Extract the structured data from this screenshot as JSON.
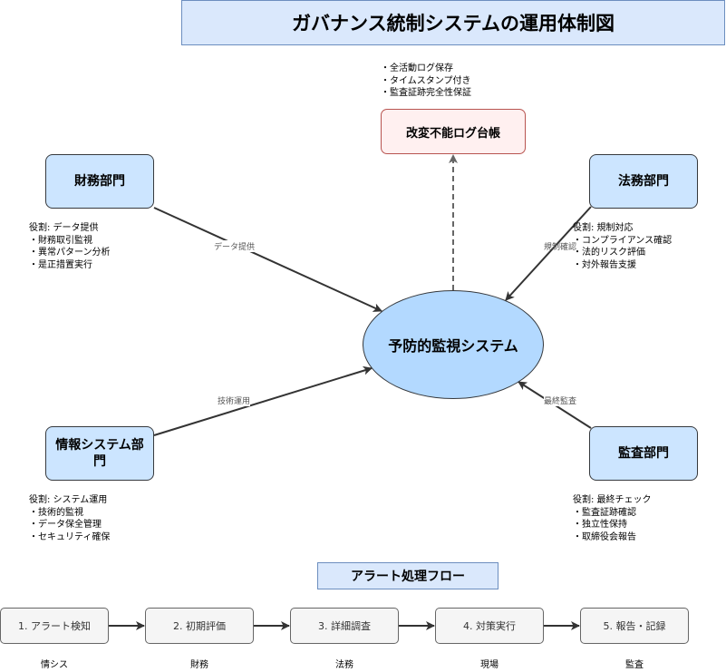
{
  "title": "ガバナンス統制システムの運用体制図",
  "center": "予防的監視システム",
  "log_ledger": {
    "label": "改変不能ログ台帳",
    "notes": [
      "・全活動ログ保存",
      "・タイムスタンプ付き",
      "・監査証跡完全性保証"
    ]
  },
  "departments": {
    "finance": {
      "label": "財務部門",
      "role": "役割: データ提供",
      "items": [
        "・財務取引監視",
        "・異常パターン分析",
        "・是正措置実行"
      ],
      "edge_label": "データ提供"
    },
    "legal": {
      "label": "法務部門",
      "role": "役割: 規制対応",
      "items": [
        "・コンプライアンス確認",
        "・法的リスク評価",
        "・対外報告支援"
      ],
      "edge_label": "規制確認"
    },
    "it": {
      "label": "情報システム部門",
      "role": "役割: システム運用",
      "items": [
        "・技術的監視",
        "・データ保全管理",
        "・セキュリティ確保"
      ],
      "edge_label": "技術運用"
    },
    "audit": {
      "label": "監査部門",
      "role": "役割: 最終チェック",
      "items": [
        "・監査証跡確認",
        "・独立性保持",
        "・取締役会報告"
      ],
      "edge_label": "最終監査"
    }
  },
  "alert_flow": {
    "title": "アラート処理フロー",
    "steps": [
      {
        "label": "1. アラート検知",
        "owner": "情シス"
      },
      {
        "label": "2. 初期評価",
        "owner": "財務"
      },
      {
        "label": "3. 詳細調査",
        "owner": "法務"
      },
      {
        "label": "4. 対策実行",
        "owner": "現場"
      },
      {
        "label": "5. 報告・記録",
        "owner": "監査"
      }
    ]
  },
  "colors": {
    "title_fill": "#dae8fc",
    "department_fill": "#cce5ff",
    "center_fill": "#b3d9ff",
    "log_fill": "#fff0f0",
    "log_border": "#b85450",
    "step_fill": "#f5f5f5",
    "edge": "#333333"
  }
}
